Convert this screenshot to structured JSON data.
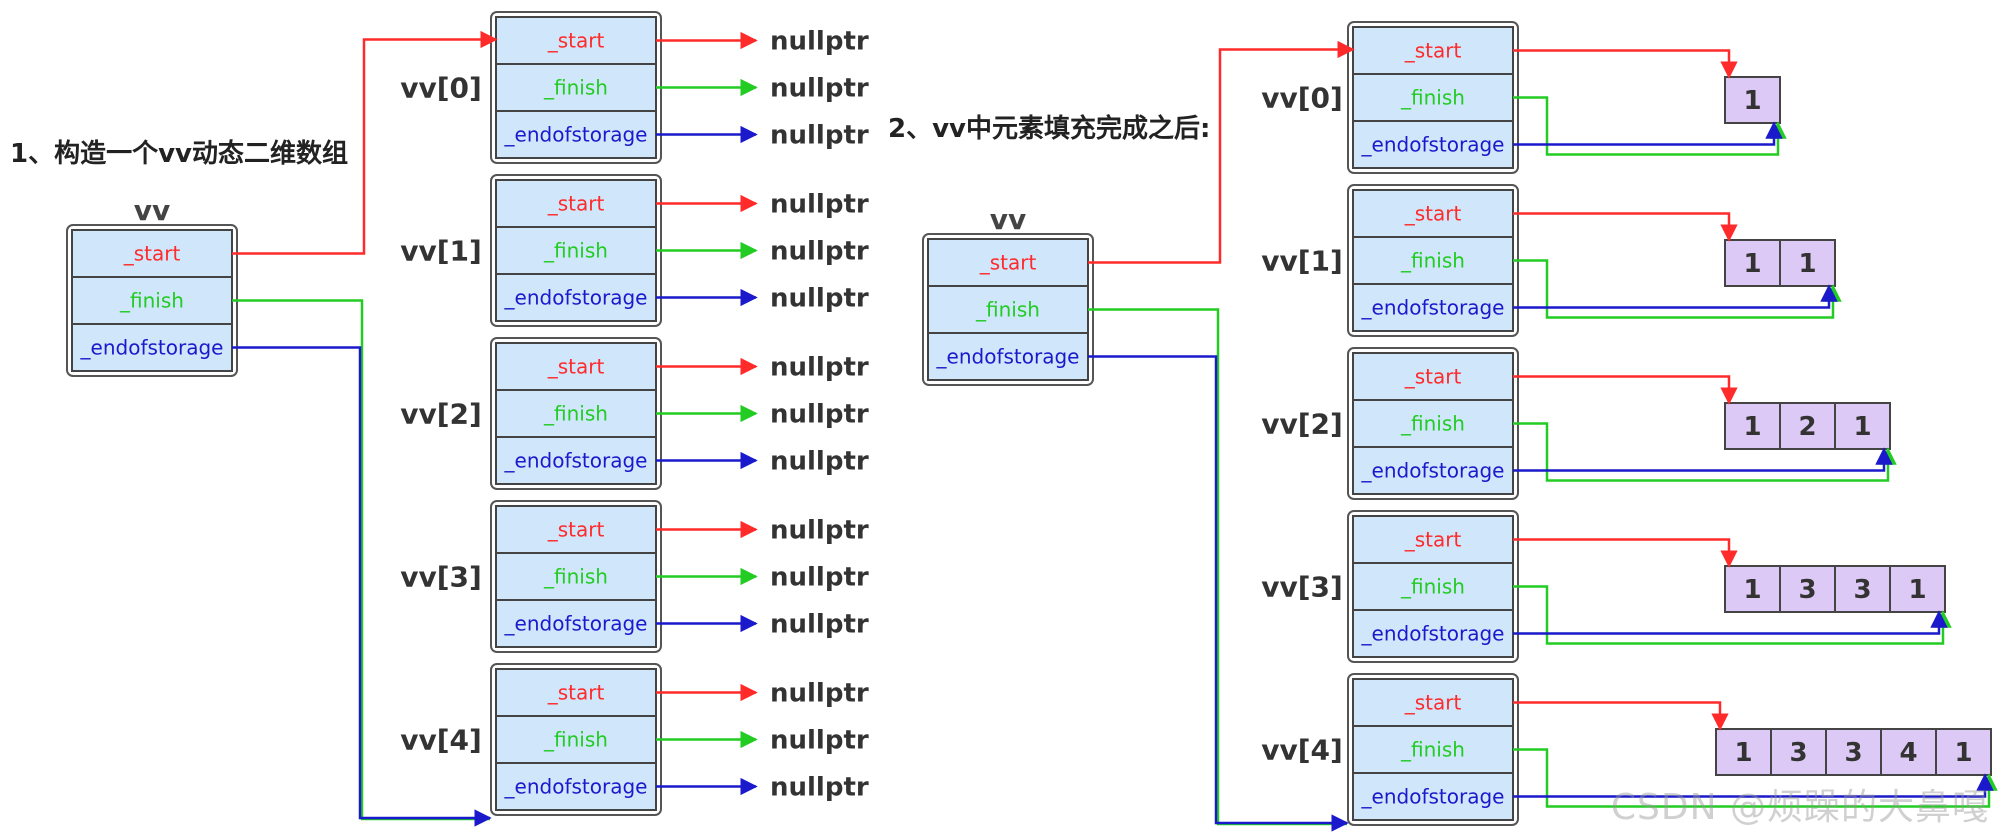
{
  "section1": {
    "title": "1、构造一个vv动态二维数组"
  },
  "section2": {
    "title": "2、vv中元素填充完成之后:"
  },
  "vv_label": "vv",
  "fields": [
    "_start",
    "_finish",
    "_endofstorage"
  ],
  "null_label": "nullptr",
  "rows": [
    {
      "label": "vv[0]",
      "values": [
        "1"
      ]
    },
    {
      "label": "vv[1]",
      "values": [
        "1",
        "1"
      ]
    },
    {
      "label": "vv[2]",
      "values": [
        "1",
        "2",
        "1"
      ]
    },
    {
      "label": "vv[3]",
      "values": [
        "1",
        "3",
        "3",
        "1"
      ]
    },
    {
      "label": "vv[4]",
      "values": [
        "1",
        "3",
        "3",
        "4",
        "1"
      ]
    }
  ],
  "watermark": "CSDN @烦躁的大鼻嘎",
  "colors": {
    "start": "#ff2a2a",
    "finish": "#22cc22",
    "endofstorage": "#1a1acc",
    "cell_fill": "#cfe6fb",
    "value_fill": "#ddc9f5",
    "border": "#555555",
    "text": "#333333"
  }
}
